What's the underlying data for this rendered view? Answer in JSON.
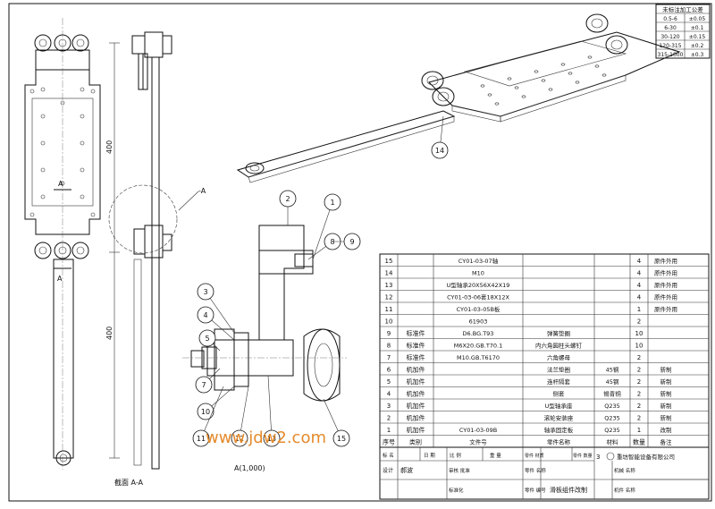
{
  "tolerance_table": {
    "title": "未标注加工公差",
    "rows": [
      {
        "range": "0.5-6",
        "tol": "±0.05"
      },
      {
        "range": "6-30",
        "tol": "±0.1"
      },
      {
        "range": "30-120",
        "tol": "±0.15"
      },
      {
        "range": "120-315",
        "tol": "±0.2"
      },
      {
        "range": "315-1000",
        "tol": "±0.3"
      }
    ]
  },
  "dimensions": {
    "upper": "400",
    "lower": "400"
  },
  "section_marks": {
    "a_left": "A",
    "a_left2": "A",
    "a_right": "A",
    "a_cut": "-A"
  },
  "labels": {
    "section_aa": "截面 A-A",
    "detail_a": "A(1,000)"
  },
  "balloons": [
    "1",
    "2",
    "3",
    "4",
    "5",
    "7",
    "8",
    "9",
    "10",
    "11",
    "12",
    "13",
    "14",
    "15"
  ],
  "bom": {
    "rows": [
      {
        "no": "15",
        "type": "",
        "code": "CY01-03-07轴",
        "name": "",
        "mat": "",
        "qty": "4",
        "note": "原件外用"
      },
      {
        "no": "14",
        "type": "",
        "code": "M10",
        "name": "",
        "mat": "",
        "qty": "4",
        "note": "原件外用"
      },
      {
        "no": "13",
        "type": "",
        "code": "U型轴承20X56X42X19",
        "name": "",
        "mat": "",
        "qty": "4",
        "note": "原件外用"
      },
      {
        "no": "12",
        "type": "",
        "code": "CY01-03-06套18X12X",
        "name": "",
        "mat": "",
        "qty": "4",
        "note": "原件外用"
      },
      {
        "no": "11",
        "type": "",
        "code": "CY01-03-05B板",
        "name": "",
        "mat": "",
        "qty": "1",
        "note": "原件外用"
      },
      {
        "no": "10",
        "type": "",
        "code": "61903",
        "name": "",
        "mat": "",
        "qty": "2",
        "note": ""
      },
      {
        "no": "9",
        "type": "标准件",
        "code": "D6.BG.T93",
        "name": "弹簧垫圈",
        "mat": "",
        "qty": "10",
        "note": ""
      },
      {
        "no": "8",
        "type": "标准件",
        "code": "M6X20.GB.T70.1",
        "name": "内六角圆柱头螺钉",
        "mat": "",
        "qty": "10",
        "note": ""
      },
      {
        "no": "7",
        "type": "标准件",
        "code": "M10.GB.T6170",
        "name": "六角螺母",
        "mat": "",
        "qty": "2",
        "note": ""
      },
      {
        "no": "6",
        "type": "机加件",
        "code": "",
        "name": "法兰垫圈",
        "mat": "45钢",
        "qty": "2",
        "note": "新制"
      },
      {
        "no": "5",
        "type": "机加件",
        "code": "",
        "name": "连杆隔套",
        "mat": "45钢",
        "qty": "2",
        "note": "新制"
      },
      {
        "no": "4",
        "type": "机加件",
        "code": "",
        "name": "侧套",
        "mat": "锡青铜",
        "qty": "2",
        "note": "新制"
      },
      {
        "no": "3",
        "type": "机加件",
        "code": "",
        "name": "U型轴承座",
        "mat": "Q235",
        "qty": "2",
        "note": "新制"
      },
      {
        "no": "2",
        "type": "机加件",
        "code": "",
        "name": "滚轮安装座",
        "mat": "Q235",
        "qty": "2",
        "note": "新制"
      },
      {
        "no": "1",
        "type": "机加件",
        "code": "CY01-03-09B",
        "name": "轴承固定板",
        "mat": "Q235",
        "qty": "1",
        "note": "改制"
      }
    ],
    "header": {
      "no": "序号",
      "type": "类别",
      "code": "文件号",
      "name": "零件名称",
      "mat": "材料",
      "qty": "数量",
      "note": "备注"
    }
  },
  "title_block": {
    "c_mark": "标 名",
    "c_date": "日 期",
    "c_scale": "比 例",
    "c_weight": "重 量",
    "c_partno": "零件 材质",
    "c_qty": "零件 数量",
    "qty_value": "3",
    "company": "重坊智能设备有限公司",
    "design": "设计",
    "designer": "郝波",
    "check": "审核 批准",
    "craft": "标准化",
    "approve": "批准",
    "part_name_lbl": "零件 名称",
    "part_code_lbl": "零件 编号",
    "drawing_name": "滑板组件改制",
    "machine_name": "机械 名称",
    "machine_code": "机件 名称"
  },
  "watermark": "www.jdw2.com"
}
